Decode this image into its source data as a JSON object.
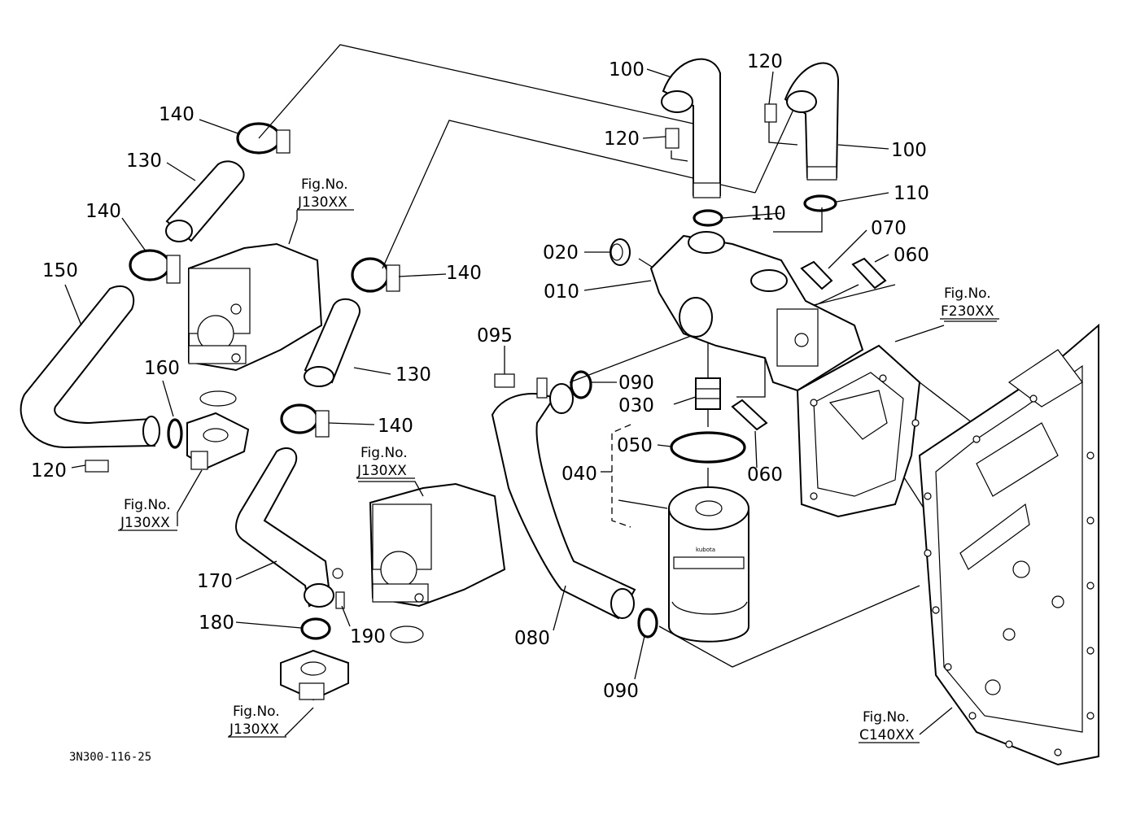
{
  "drawing_code": "3N300-116-25",
  "brand_mark": "kubota",
  "part_labels": {
    "p010": "010",
    "p020": "020",
    "p030": "030",
    "p040": "040",
    "p050": "050",
    "p060a": "060",
    "p060b": "060",
    "p070": "070",
    "p080": "080",
    "p090a": "090",
    "p090b": "090",
    "p095": "095",
    "p100a": "100",
    "p100b": "100",
    "p110a": "110",
    "p110b": "110",
    "p120a": "120",
    "p120b": "120",
    "p120c": "120",
    "p130a": "130",
    "p130b": "130",
    "p140a": "140",
    "p140b": "140",
    "p140c": "140",
    "p140d": "140",
    "p150": "150",
    "p160": "160",
    "p170": "170",
    "p180": "180",
    "p190": "190"
  },
  "fig_refs": [
    {
      "title": "Fig.No.",
      "code": "J130XX"
    },
    {
      "title": "Fig.No.",
      "code": "J130XX"
    },
    {
      "title": "Fig.No.",
      "code": "J130XX"
    },
    {
      "title": "Fig.No.",
      "code": "J130XX"
    },
    {
      "title": "Fig.No.",
      "code": "F230XX"
    },
    {
      "title": "Fig.No.",
      "code": "C140XX"
    }
  ]
}
